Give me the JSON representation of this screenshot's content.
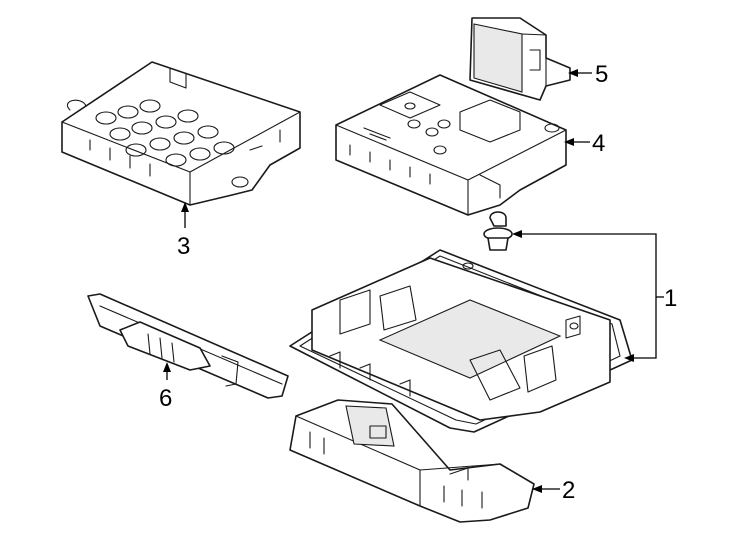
{
  "callouts": {
    "c1": "1",
    "c2": "2",
    "c3": "3",
    "c4": "4",
    "c5": "5",
    "c6": "6"
  },
  "colors": {
    "line": "#1a1a1a",
    "background": "#ffffff",
    "shade": "#e9e9e9"
  }
}
